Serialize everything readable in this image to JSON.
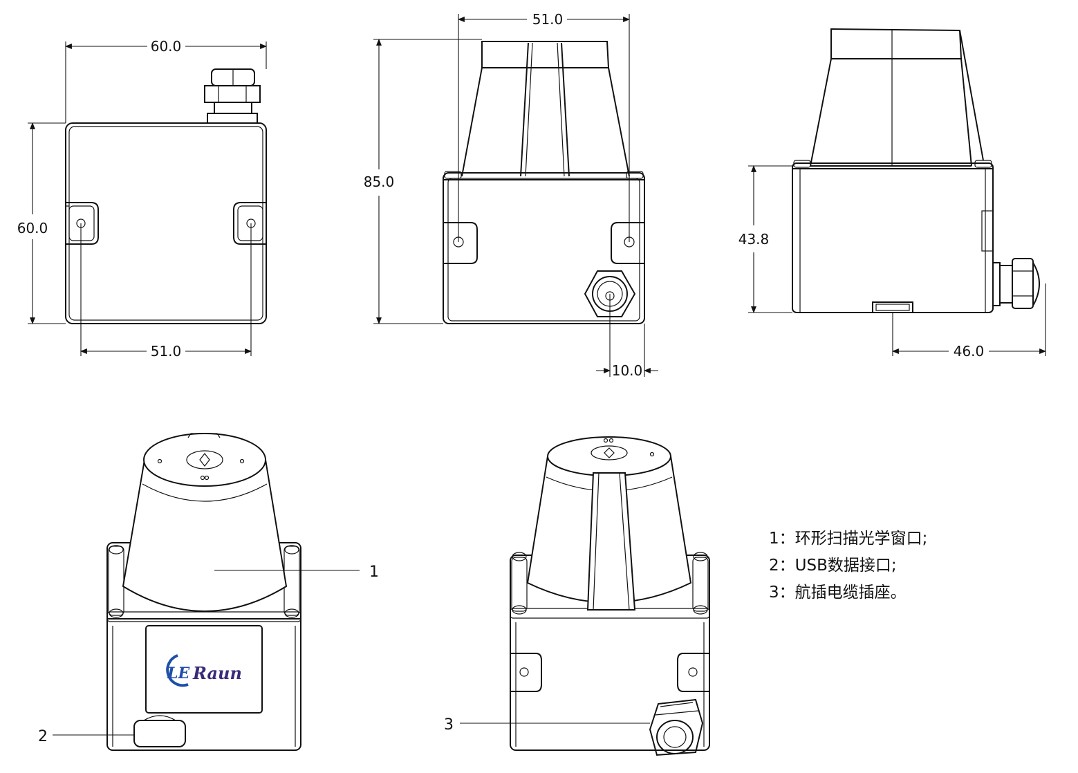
{
  "dimensions": {
    "left_top_width": "60.0",
    "left_height": "60.0",
    "left_hole_spacing": "51.0",
    "mid_top_spacing": "51.0",
    "mid_height": "85.0",
    "mid_connector_offset": "10.0",
    "right_body_height": "43.8",
    "right_connector_offset": "46.0"
  },
  "callouts": [
    "1",
    "2",
    "3"
  ],
  "legend": [
    "1：环形扫描光学窗口;",
    "2：USB数据接口;",
    "3：航插电缆插座。"
  ],
  "logo": {
    "mark": "LE",
    "text": "Raun",
    "mark_color": "#1f4fa8",
    "text_color": "#3a2a7a"
  }
}
